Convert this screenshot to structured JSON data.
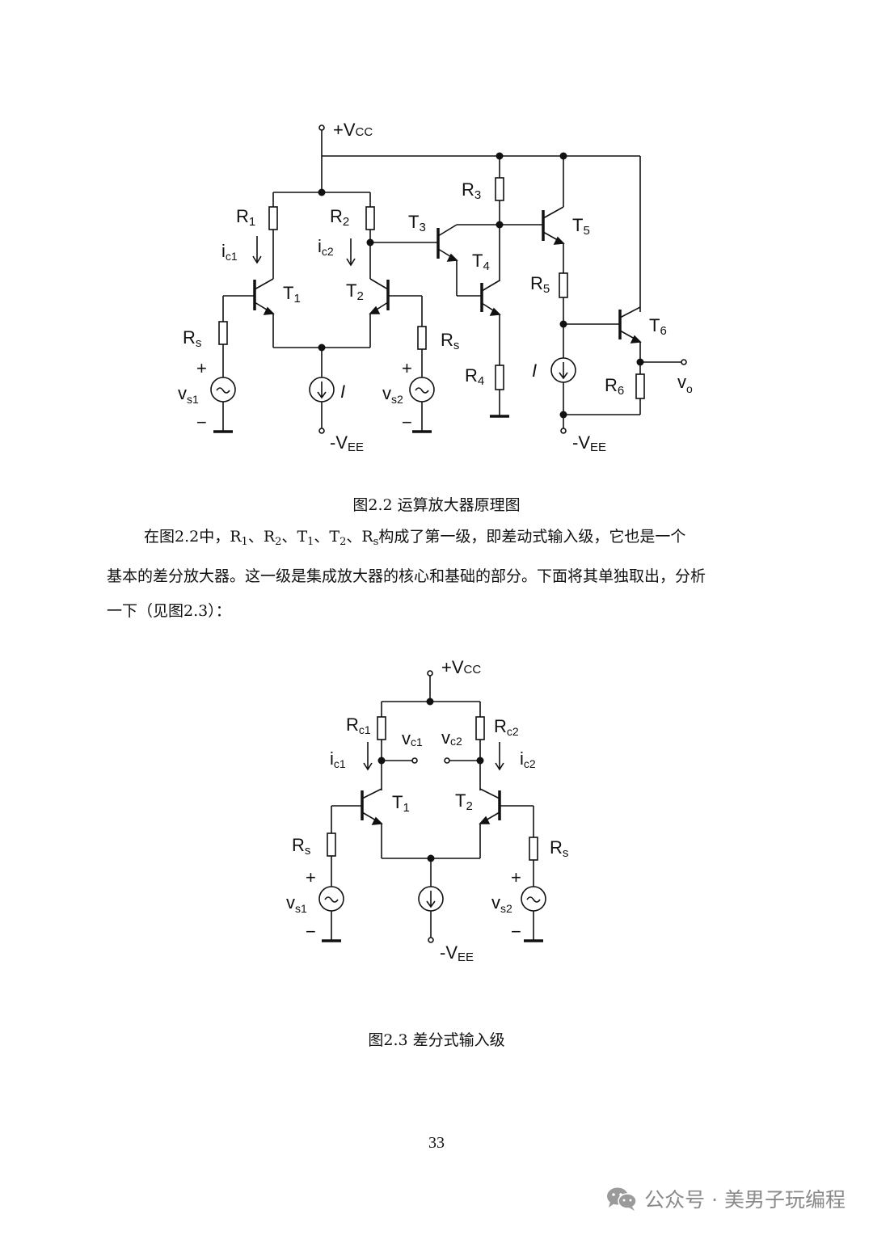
{
  "fig22": {
    "vcc": "+V",
    "vcc_sub": "CC",
    "vee_left": "-V",
    "vee_left_sub": "EE",
    "vee_right": "-V",
    "vee_right_sub": "EE",
    "r1": "R",
    "r1_sub": "1",
    "r2": "R",
    "r2_sub": "2",
    "r3": "R",
    "r3_sub": "3",
    "r4": "R",
    "r4_sub": "4",
    "r5": "R",
    "r5_sub": "5",
    "r6": "R",
    "r6_sub": "6",
    "ic1": "i",
    "ic1_sub": "c1",
    "ic2": "i",
    "ic2_sub": "c2",
    "t1": "T",
    "t1_sub": "1",
    "t2": "T",
    "t2_sub": "2",
    "t3": "T",
    "t3_sub": "3",
    "t4": "T",
    "t4_sub": "4",
    "t5": "T",
    "t5_sub": "5",
    "t6": "T",
    "t6_sub": "6",
    "rs_left": "R",
    "rs_left_sub": "s",
    "rs_right": "R",
    "rs_right_sub": "s",
    "vs1": "v",
    "vs1_sub": "s1",
    "vs2": "v",
    "vs2_sub": "s2",
    "plus": "+",
    "minus": "−",
    "current_left": "I",
    "current_right": "I",
    "vo": "v",
    "vo_sub": "o",
    "caption": "图2.2  运算放大器原理图"
  },
  "paragraph": {
    "l1_a": "在图2.2中，",
    "l1_r1": "R",
    "l1_r1_sub": "1",
    "sep1": "、",
    "l1_r2": "R",
    "l1_r2_sub": "2",
    "sep2": "、",
    "l1_t1": "T",
    "l1_t1_sub": "1",
    "sep3": "、",
    "l1_t2": "T",
    "l1_t2_sub": "2",
    "sep4": "、",
    "l1_rs": "R",
    "l1_rs_sub": "s",
    "l1_b": "构成了第一级，即差动式输入级，它也是一个",
    "line2": "基本的差分放大器。这一级是集成放大器的核心和基础的部分。下面将其单独取出，分析",
    "line3": "一下（见图2.3）："
  },
  "fig23": {
    "vcc": "+V",
    "vcc_sub": "CC",
    "vee": "-V",
    "vee_sub": "EE",
    "rc1": "R",
    "rc1_sub": "c1",
    "rc2": "R",
    "rc2_sub": "c2",
    "vc1": "v",
    "vc1_sub": "c1",
    "vc2": "v",
    "vc2_sub": "c2",
    "ic1": "i",
    "ic1_sub": "c1",
    "ic2": "i",
    "ic2_sub": "c2",
    "t1": "T",
    "t1_sub": "1",
    "t2": "T",
    "t2_sub": "2",
    "rs_left": "R",
    "rs_left_sub": "s",
    "rs_right": "R",
    "rs_right_sub": "s",
    "vs1": "v",
    "vs1_sub": "s1",
    "vs2": "v",
    "vs2_sub": "s2",
    "plus": "+",
    "minus": "−",
    "caption": "图2.3  差分式输入级"
  },
  "page_number": "33",
  "watermark": {
    "text": "公众号 · 美男子玩编程",
    "icon": "wechat-icon"
  }
}
